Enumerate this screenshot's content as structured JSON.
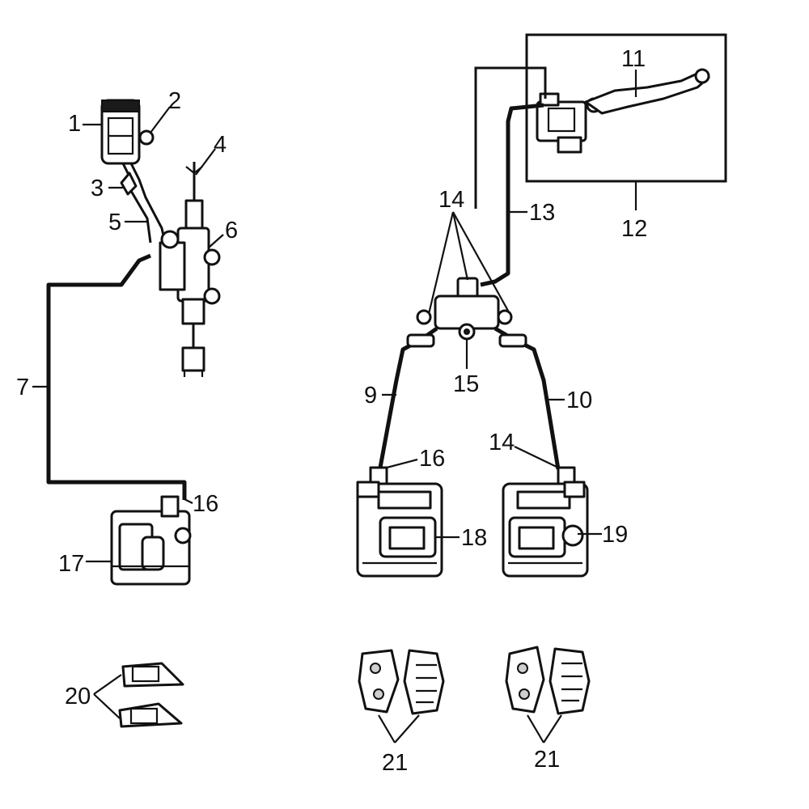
{
  "callouts": [
    {
      "num": "1"
    },
    {
      "num": "2"
    },
    {
      "num": "3"
    },
    {
      "num": "4"
    },
    {
      "num": "5"
    },
    {
      "num": "6"
    },
    {
      "num": "7"
    },
    {
      "num": "9"
    },
    {
      "num": "10"
    },
    {
      "num": "11"
    },
    {
      "num": "12"
    },
    {
      "num": "13"
    },
    {
      "num": "14"
    },
    {
      "num": "15"
    },
    {
      "num": "16"
    },
    {
      "num": "14"
    },
    {
      "num": "16"
    },
    {
      "num": "17"
    },
    {
      "num": "18"
    },
    {
      "num": "19"
    },
    {
      "num": "20"
    },
    {
      "num": "21"
    },
    {
      "num": "21"
    }
  ],
  "colors": {
    "ink": "#111111",
    "background": "#ffffff"
  }
}
